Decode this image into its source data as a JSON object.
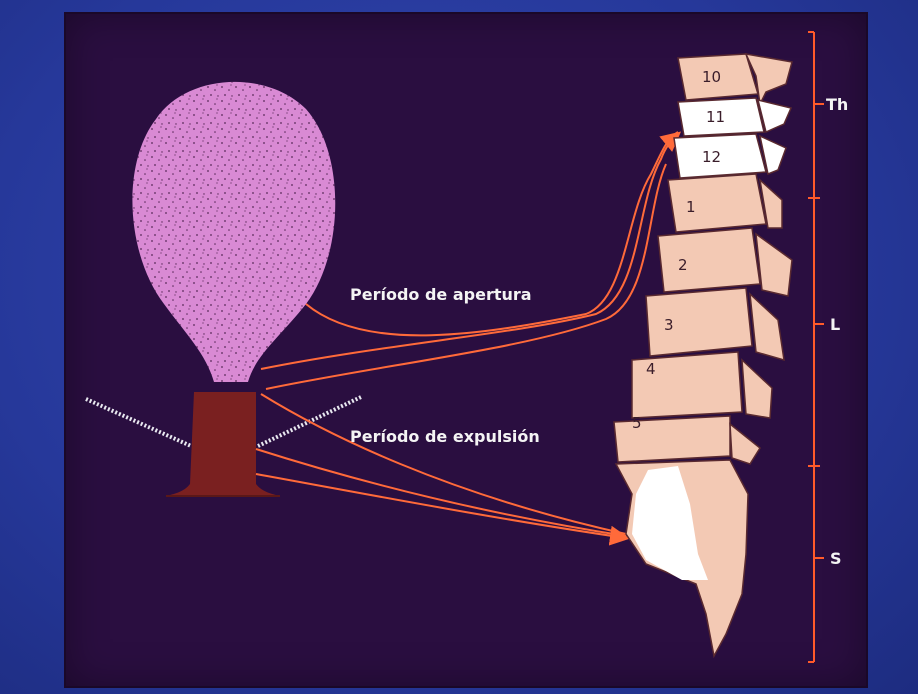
{
  "labels": {
    "apertura": "Período de apertura",
    "expulsion": "Período de expulsión"
  },
  "regions": {
    "thoracic": "Th",
    "lumbar": "L",
    "sacral": "S"
  },
  "vertebrae": [
    "10",
    "11",
    "12",
    "1",
    "2",
    "3",
    "4",
    "5"
  ],
  "colors": {
    "background": "#2a0e40",
    "uterus_body": "#d98ad4",
    "cervix": "#7a2020",
    "arrows": "#ff6a3a",
    "bone": "#f3c9b4",
    "highlight": "#ffffff",
    "bracket": "#ff5a2a"
  }
}
